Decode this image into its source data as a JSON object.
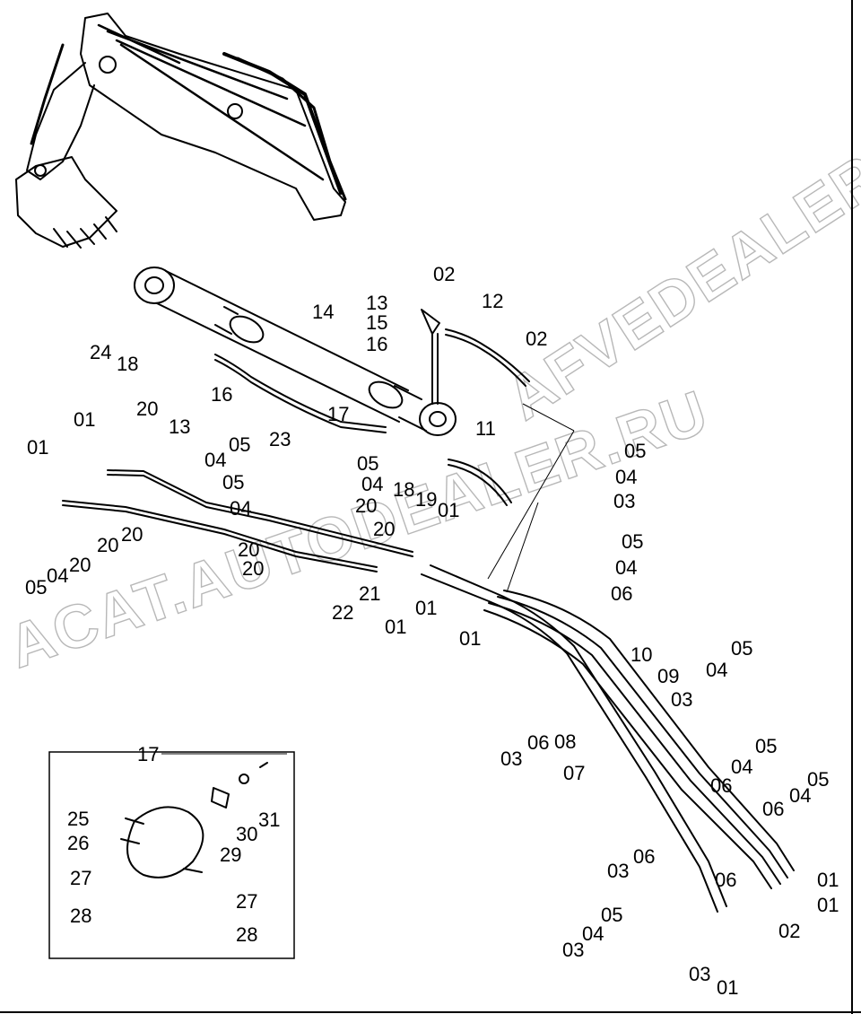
{
  "watermark_top": "AFVEDEALER.RU",
  "watermark_bottom": "ACAT.AUTODEALER.RU",
  "callouts": [
    {
      "id": "c1",
      "text": "13"
    },
    {
      "id": "c2",
      "text": "02"
    },
    {
      "id": "c3",
      "text": "12"
    },
    {
      "id": "c4",
      "text": "15"
    },
    {
      "id": "c5",
      "text": "16"
    },
    {
      "id": "c6",
      "text": "02"
    },
    {
      "id": "c7",
      "text": "14"
    },
    {
      "id": "c8",
      "text": "24"
    },
    {
      "id": "c9",
      "text": "18"
    },
    {
      "id": "c10",
      "text": "16"
    },
    {
      "id": "c11",
      "text": "17"
    },
    {
      "id": "c12",
      "text": "20"
    },
    {
      "id": "c13",
      "text": "13"
    },
    {
      "id": "c14",
      "text": "23"
    },
    {
      "id": "c15",
      "text": "01"
    },
    {
      "id": "c16",
      "text": "11"
    },
    {
      "id": "c17",
      "text": "01"
    },
    {
      "id": "c18",
      "text": "05"
    },
    {
      "id": "c19",
      "text": "04"
    },
    {
      "id": "c20",
      "text": "05"
    },
    {
      "id": "c21",
      "text": "05"
    },
    {
      "id": "c22",
      "text": "04"
    },
    {
      "id": "c23",
      "text": "18"
    },
    {
      "id": "c24",
      "text": "19"
    },
    {
      "id": "c25",
      "text": "01"
    },
    {
      "id": "c26",
      "text": "05"
    },
    {
      "id": "c27",
      "text": "04"
    },
    {
      "id": "c28",
      "text": "03"
    },
    {
      "id": "c29",
      "text": "04"
    },
    {
      "id": "c30",
      "text": "20"
    },
    {
      "id": "c31",
      "text": "20"
    },
    {
      "id": "c32",
      "text": "20"
    },
    {
      "id": "c33",
      "text": "20"
    },
    {
      "id": "c34",
      "text": "20"
    },
    {
      "id": "c35",
      "text": "20"
    },
    {
      "id": "c36",
      "text": "05"
    },
    {
      "id": "c37",
      "text": "04"
    },
    {
      "id": "c38",
      "text": "20"
    },
    {
      "id": "c39",
      "text": "21"
    },
    {
      "id": "c40",
      "text": "22"
    },
    {
      "id": "c41",
      "text": "05"
    },
    {
      "id": "c42",
      "text": "04"
    },
    {
      "id": "c43",
      "text": "06"
    },
    {
      "id": "c44",
      "text": "01"
    },
    {
      "id": "c45",
      "text": "01"
    },
    {
      "id": "c46",
      "text": "01"
    },
    {
      "id": "c47",
      "text": "10"
    },
    {
      "id": "c48",
      "text": "09"
    },
    {
      "id": "c49",
      "text": "05"
    },
    {
      "id": "c50",
      "text": "04"
    },
    {
      "id": "c51",
      "text": "03"
    },
    {
      "id": "c52",
      "text": "03"
    },
    {
      "id": "c53",
      "text": "06"
    },
    {
      "id": "c54",
      "text": "08"
    },
    {
      "id": "c55",
      "text": "07"
    },
    {
      "id": "c56",
      "text": "05"
    },
    {
      "id": "c57",
      "text": "04"
    },
    {
      "id": "c58",
      "text": "06"
    },
    {
      "id": "c59",
      "text": "05"
    },
    {
      "id": "c60",
      "text": "04"
    },
    {
      "id": "c61",
      "text": "06"
    },
    {
      "id": "c62",
      "text": "03"
    },
    {
      "id": "c63",
      "text": "06"
    },
    {
      "id": "c64",
      "text": "06"
    },
    {
      "id": "c65",
      "text": "01"
    },
    {
      "id": "c66",
      "text": "01"
    },
    {
      "id": "c67",
      "text": "05"
    },
    {
      "id": "c68",
      "text": "04"
    },
    {
      "id": "c69",
      "text": "02"
    },
    {
      "id": "c70",
      "text": "03"
    },
    {
      "id": "c71",
      "text": "03"
    },
    {
      "id": "c72",
      "text": "01"
    },
    {
      "id": "c73",
      "text": "17"
    },
    {
      "id": "c74",
      "text": "25"
    },
    {
      "id": "c75",
      "text": "26"
    },
    {
      "id": "c76",
      "text": "30"
    },
    {
      "id": "c77",
      "text": "31"
    },
    {
      "id": "c78",
      "text": "29"
    },
    {
      "id": "c79",
      "text": "27"
    },
    {
      "id": "c80",
      "text": "27"
    },
    {
      "id": "c81",
      "text": "28"
    },
    {
      "id": "c82",
      "text": "28"
    }
  ]
}
